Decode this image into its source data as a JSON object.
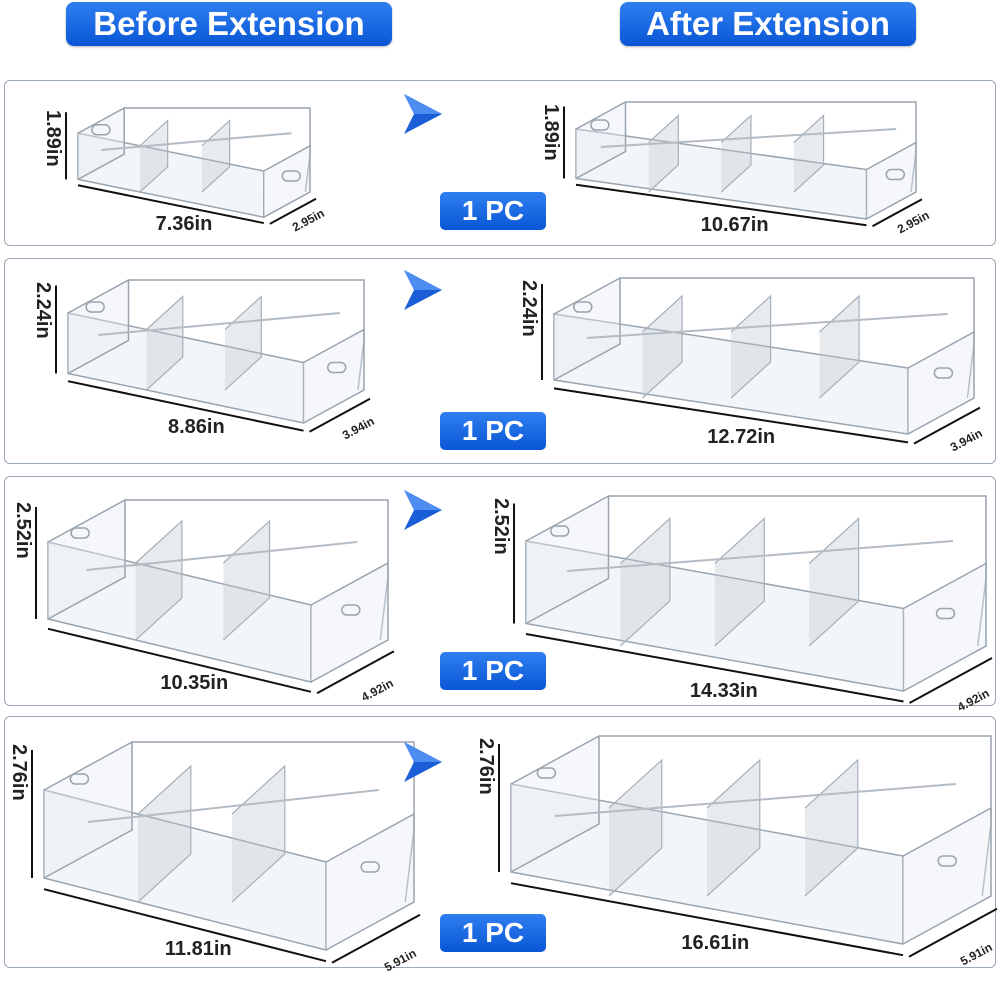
{
  "headers": {
    "before": "Before Extension",
    "after": "After Extension"
  },
  "rows": [
    {
      "badge": "1 PC",
      "before": {
        "height": "1.89in",
        "length": "7.36in",
        "depth": "2.95in"
      },
      "after": {
        "height": "1.89in",
        "length": "10.67in",
        "depth": "2.95in"
      }
    },
    {
      "badge": "1 PC",
      "before": {
        "height": "2.24in",
        "length": "8.86in",
        "depth": "3.94in"
      },
      "after": {
        "height": "2.24in",
        "length": "12.72in",
        "depth": "3.94in"
      }
    },
    {
      "badge": "1 PC",
      "before": {
        "height": "2.52in",
        "length": "10.35in",
        "depth": "4.92in"
      },
      "after": {
        "height": "2.52in",
        "length": "14.33in",
        "depth": "4.92in"
      }
    },
    {
      "badge": "1 PC",
      "before": {
        "height": "2.76in",
        "length": "11.81in",
        "depth": "5.91in"
      },
      "after": {
        "height": "2.76in",
        "length": "16.61in",
        "depth": "5.91in"
      }
    }
  ],
  "colors": {
    "accent": "#0a56d6",
    "arrow": "#1a5fd8",
    "border": "#9aa8b8"
  },
  "icons": {
    "arrow": "arrow-right-icon"
  }
}
